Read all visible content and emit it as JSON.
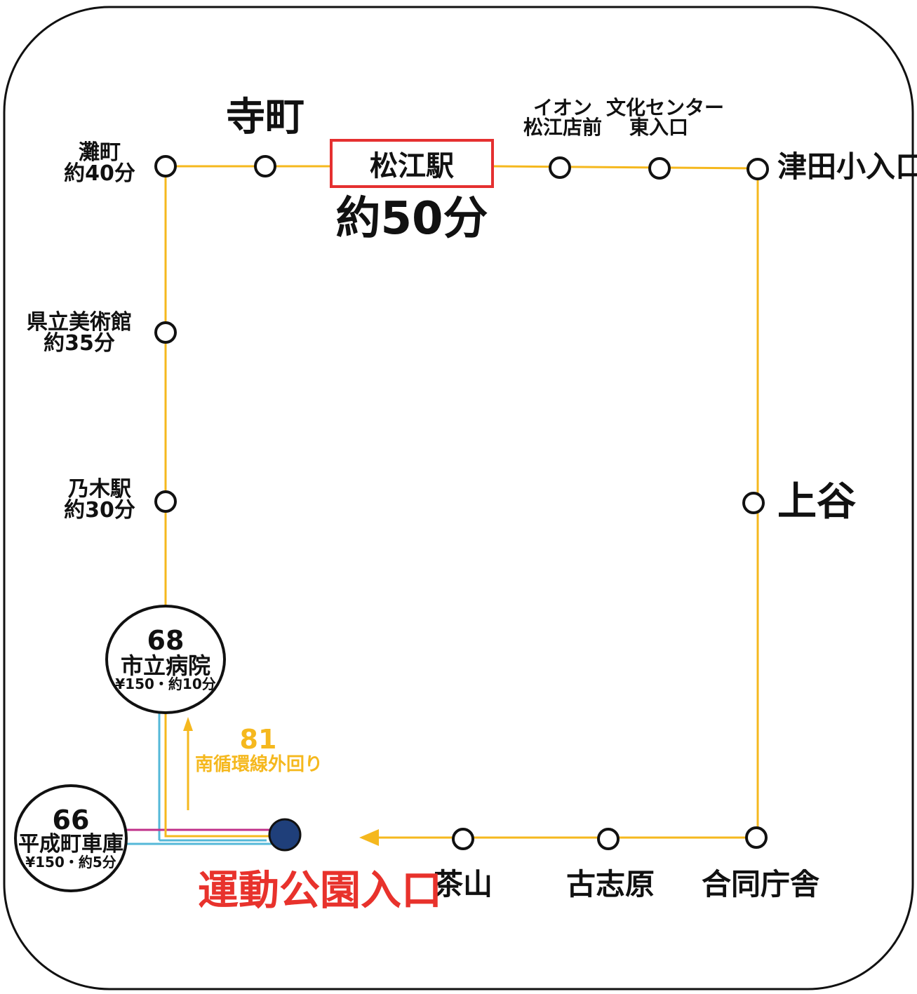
{
  "route": {
    "number": "81",
    "name": "南循環線外回り",
    "line_color": "#f5b81e",
    "direction_color": "#f5b81e"
  },
  "stops": {
    "nadamachi": {
      "name": "灘町",
      "time": "約40分"
    },
    "teramachi": {
      "name": "寺町"
    },
    "matsue_station": {
      "name": "松江駅",
      "time": "約50分"
    },
    "aeon": {
      "line1": "イオン",
      "line2": "松江店前"
    },
    "bunka_center": {
      "line1": "文化センター",
      "line2": "東入口"
    },
    "tsuda": {
      "name": "津田小入口"
    },
    "kenritsu": {
      "name": "県立美術館",
      "time": "約35分"
    },
    "nogi": {
      "name": "乃木駅",
      "time": "約30分"
    },
    "kamiya": {
      "name": "上谷"
    },
    "godo": {
      "name": "合同庁舎"
    },
    "koshibara": {
      "name": "古志原"
    },
    "chayama": {
      "name": "茶山"
    },
    "undo_koen": {
      "name": "運動公園入口",
      "color": "#e8322c"
    }
  },
  "transfers": {
    "shiritsu_byoin": {
      "number": "68",
      "name": "市立病院",
      "fare_time": "¥150・約10分",
      "line_color": "#55b8d8"
    },
    "heiseicho": {
      "number": "66",
      "name": "平成町車庫",
      "fare_time": "¥150・約5分",
      "line_color_1": "#c0308a",
      "line_color_2": "#55b8d8"
    }
  },
  "colors": {
    "current_stop": "#1f3f7a",
    "station_box_border": "#e53030",
    "frame": "#111111"
  }
}
